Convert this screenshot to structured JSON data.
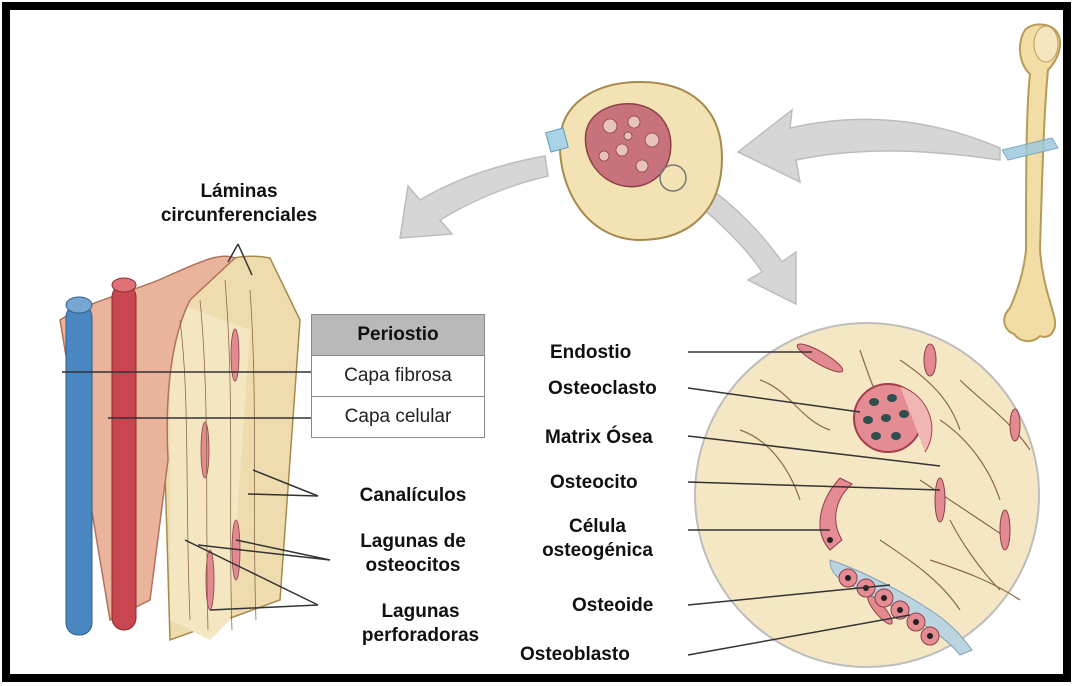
{
  "labels": {
    "laminas_line1": "Láminas",
    "laminas_line2": "circunferenciales",
    "canaliculos": "Canalículos",
    "lagunas_osteocitos_line1": "Lagunas de",
    "lagunas_osteocitos_line2": "osteocitos",
    "lagunas_perforadoras_line1": "Lagunas",
    "lagunas_perforadoras_line2": "perforadoras",
    "endostio": "Endostio",
    "osteoclasto": "Osteoclasto",
    "matrix_osea": "Matrix Ósea",
    "osteocito": "Osteocito",
    "celula_line1": "Célula",
    "celula_line2": "osteogénica",
    "osteoide": "Osteoide",
    "osteoblasto": "Osteoblasto"
  },
  "periostio_table": {
    "header": "Periostio",
    "rows": [
      "Capa fibrosa",
      "Capa celular"
    ]
  },
  "colors": {
    "border": "#000000",
    "arrow": "#d4d4d4",
    "bone": "#f3e2b3",
    "marrow": "#c8737c",
    "vein": "#4a86bf",
    "artery": "#c8464f",
    "periosteum": "#e9b49b",
    "cell": "#e28a8f",
    "leader": "#333333",
    "osteoid": "#bcd3e0"
  }
}
